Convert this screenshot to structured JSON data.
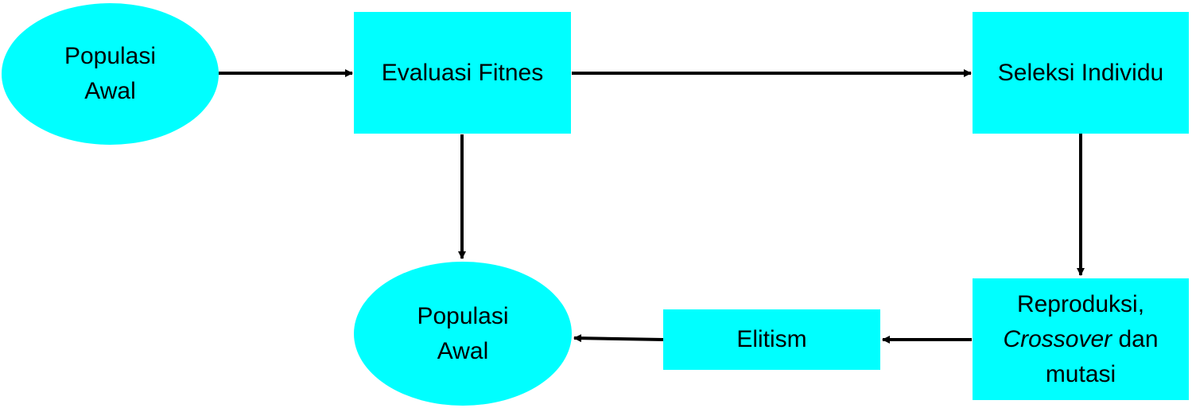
{
  "diagram": {
    "colors": {
      "node_fill": "#00ffff",
      "arrow": "#000000",
      "text": "#000000"
    },
    "nodes": {
      "populasi_awal_start": {
        "line1": "Populasi",
        "line2": "Awal"
      },
      "evaluasi_fitnes": {
        "label": "Evaluasi Fitnes"
      },
      "seleksi_individu": {
        "label": "Seleksi Individu"
      },
      "reproduksi": {
        "line1": "Reproduksi,",
        "crossover": "Crossover",
        "dan": " dan",
        "line3": "mutasi"
      },
      "elitism": {
        "label": "Elitism"
      },
      "populasi_awal_end": {
        "line1": "Populasi",
        "line2": "Awal"
      }
    },
    "edges": [
      {
        "from": "populasi_awal_start",
        "to": "evaluasi_fitnes"
      },
      {
        "from": "evaluasi_fitnes",
        "to": "seleksi_individu"
      },
      {
        "from": "seleksi_individu",
        "to": "reproduksi"
      },
      {
        "from": "reproduksi",
        "to": "elitism"
      },
      {
        "from": "elitism",
        "to": "populasi_awal_end"
      },
      {
        "from": "evaluasi_fitnes",
        "to": "populasi_awal_end"
      }
    ]
  }
}
